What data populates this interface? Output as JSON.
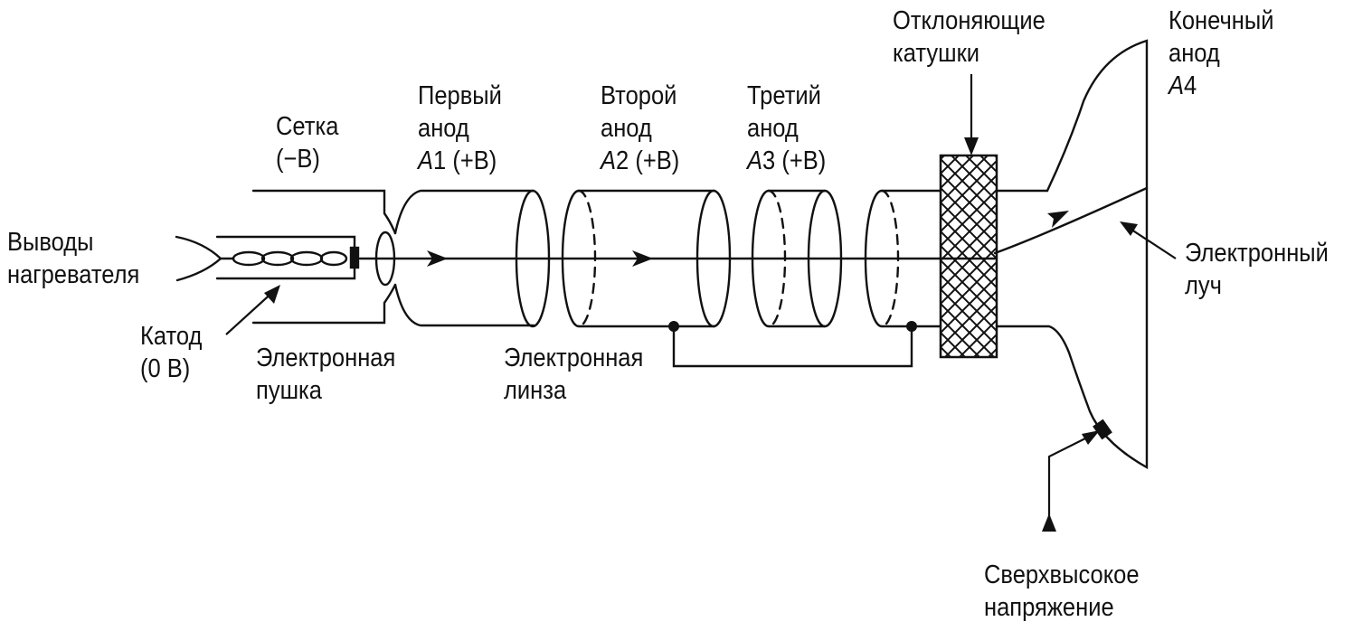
{
  "labels": {
    "heater_leads": [
      "Выводы",
      "нагревателя"
    ],
    "cathode": [
      "Катод",
      "(0 В)"
    ],
    "grid": [
      "Сетка",
      "(−В)"
    ],
    "electron_gun": [
      "Электронная",
      "пушка"
    ],
    "first_anode": {
      "l1": "Первый",
      "l2": "анод",
      "sym": "A",
      "num": "1",
      "pol": " (+В)"
    },
    "second_anode": {
      "l1": "Второй",
      "l2": "анод",
      "sym": "A",
      "num": "2",
      "pol": " (+В)"
    },
    "third_anode": {
      "l1": "Третий",
      "l2": "анод",
      "sym": "A",
      "num": "3",
      "pol": " (+В)"
    },
    "electron_lens": [
      "Электронная",
      "линза"
    ],
    "deflection_coils": [
      "Отклоняющие",
      "катушки"
    ],
    "final_anode": {
      "l1": "Конечный",
      "l2": "анод",
      "sym": "A",
      "num": "4"
    },
    "electron_beam": [
      "Электронный",
      "луч"
    ],
    "high_voltage": [
      "Сверхвысокое",
      "напряжение"
    ]
  }
}
